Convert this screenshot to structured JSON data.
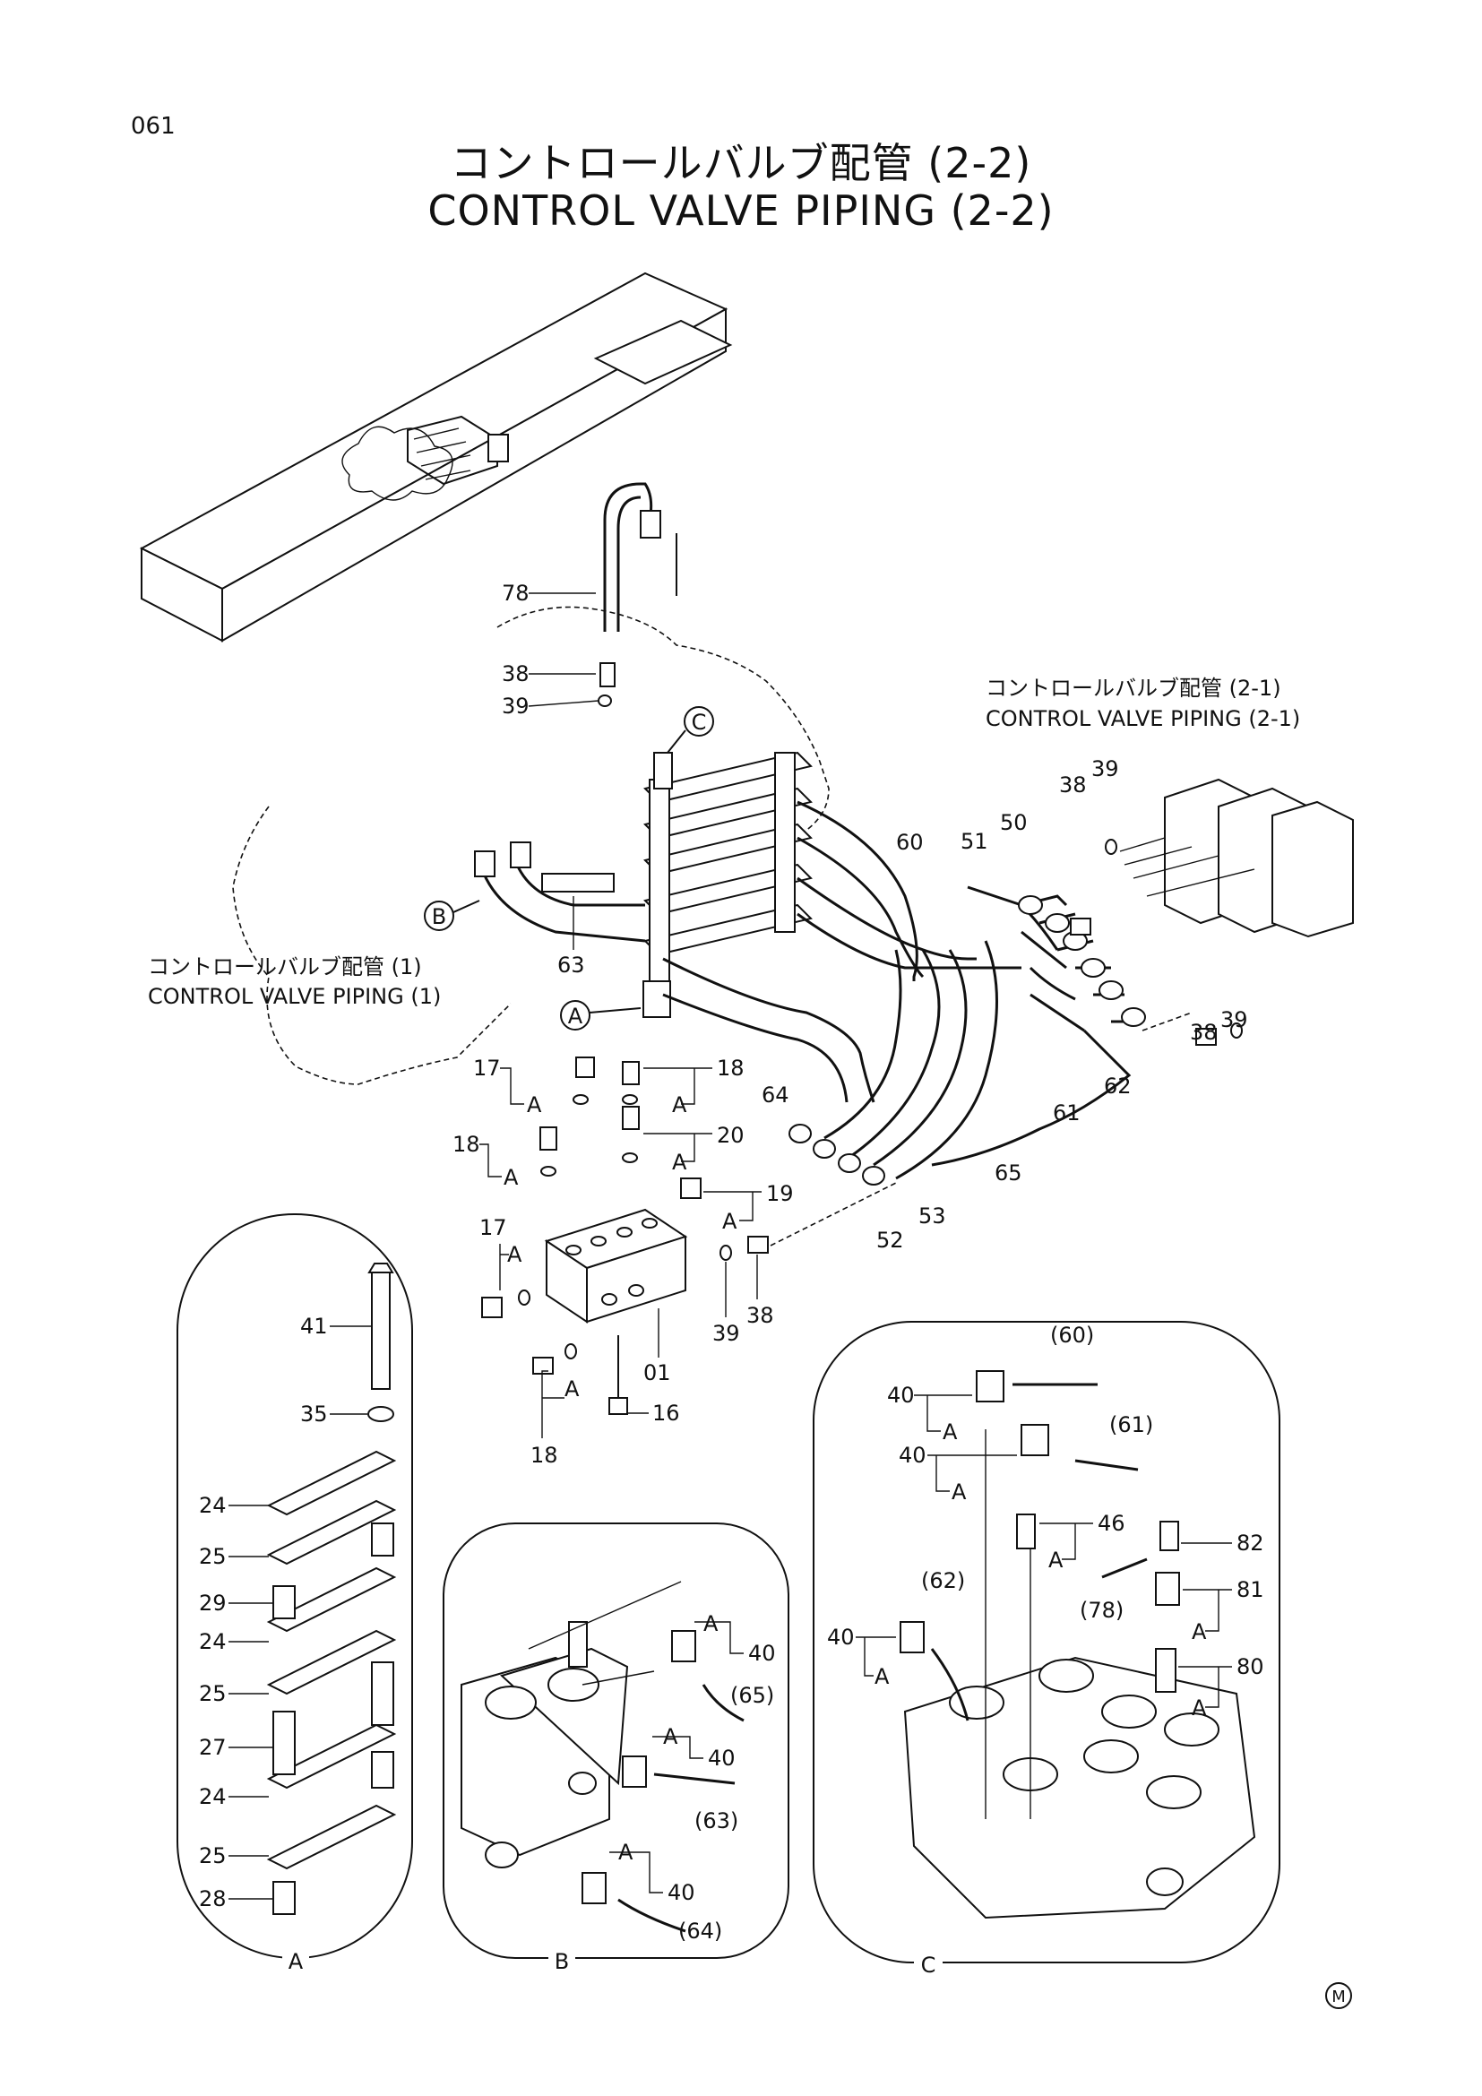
{
  "page_number": "061",
  "title_jp": "コントロールバルブ配管 (2-2)",
  "title_en": "CONTROL VALVE PIPING (2-2)",
  "refs": {
    "ref_2_1_jp": "コントロールバルブ配管 (2-1)",
    "ref_2_1_en": "CONTROL VALVE PIPING (2-1)",
    "ref_1_jp": "コントロールバルブ配管 (1)",
    "ref_1_en": "CONTROL VALVE PIPING (1)"
  },
  "callouts": {
    "a": "A",
    "b": "B",
    "c": "C"
  },
  "part_labels": {
    "p78": "78",
    "p38a": "38",
    "p39a": "39",
    "p63": "63",
    "p60": "60",
    "p51": "51",
    "p50": "50",
    "p38b": "38",
    "p39b": "39",
    "p38c": "38",
    "p39c": "39",
    "p62": "62",
    "p61": "61",
    "p64": "64",
    "p65": "65",
    "p53": "53",
    "p52": "52",
    "p17a": "17",
    "p18a": "18",
    "p20": "20",
    "p18b": "18",
    "p19": "19",
    "p17b": "17",
    "p39d": "39",
    "p38d": "38",
    "p01": "01",
    "p16": "16",
    "p18c": "18",
    "detA_41": "41",
    "detA_35": "35",
    "detA_24a": "24",
    "detA_25a": "25",
    "detA_29": "29",
    "detA_24b": "24",
    "detA_25b": "25",
    "detA_27": "27",
    "detA_24c": "24",
    "detA_25c": "25",
    "detA_28": "28",
    "detB_40a": "40",
    "detB_65": "(65)",
    "detB_40b": "40",
    "detB_63": "(63)",
    "detB_40c": "40",
    "detB_64": "(64)",
    "detC_60": "(60)",
    "detC_40a": "40",
    "detC_61": "(61)",
    "detC_40b": "40",
    "detC_46": "46",
    "detC_78": "(78)",
    "detC_62": "(62)",
    "detC_40c": "40",
    "detC_82": "82",
    "detC_81": "81",
    "detC_80": "80"
  },
  "seal_letter": "A",
  "detail_titles": {
    "a": "A",
    "b": "B",
    "c": "C"
  },
  "corner_mark": "M"
}
